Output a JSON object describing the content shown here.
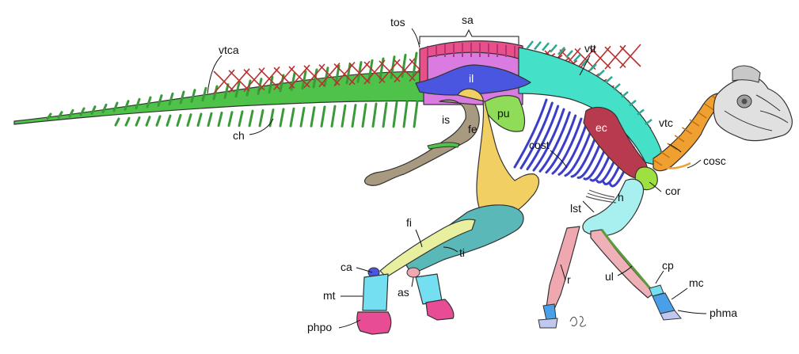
{
  "labels": {
    "vtca": "vtca",
    "tos": "tos",
    "sa": "sa",
    "vtt": "vtt",
    "il": "il",
    "ch": "ch",
    "is": "is",
    "fe": "fe",
    "pu": "pu",
    "ec": "ec",
    "vtc": "vtc",
    "cost": "cost",
    "cosc": "cosc",
    "cor": "cor",
    "lst": "lst",
    "h": "h",
    "fi": "fi",
    "ti": "ti",
    "ca": "ca",
    "as": "as",
    "mt": "mt",
    "phpo": "phpo",
    "r": "r",
    "ul": "ul",
    "cp": "cp",
    "mc": "mc",
    "phma": "phma"
  },
  "colors": {
    "caudal": "#4fc24a",
    "sacral": "#e8508a",
    "sacral_neural": "#d97be0",
    "dorsal": "#45e0c8",
    "ilium": "#4a56e0",
    "ischium": "#a89a80",
    "femur": "#f2cf63",
    "pubis": "#8fdc58",
    "ribs": "#3a3ec8",
    "scapula": "#b83a4e",
    "cervical": "#f0a030",
    "coracoid": "#9de040",
    "humerus": "#a8f0f0",
    "tibia": "#5ab8b8",
    "fibula": "#e8f0a0",
    "metatarsal": "#74dff0",
    "pes_phalanges": "#e84c94",
    "radius": "#f0a8b0",
    "ulna": "#f0b0b8",
    "ulna_edge": "#5c9a3c",
    "manus": "#4aa0e8",
    "ossified_tendons": "#b83030",
    "skull": "#d8d8d8"
  }
}
